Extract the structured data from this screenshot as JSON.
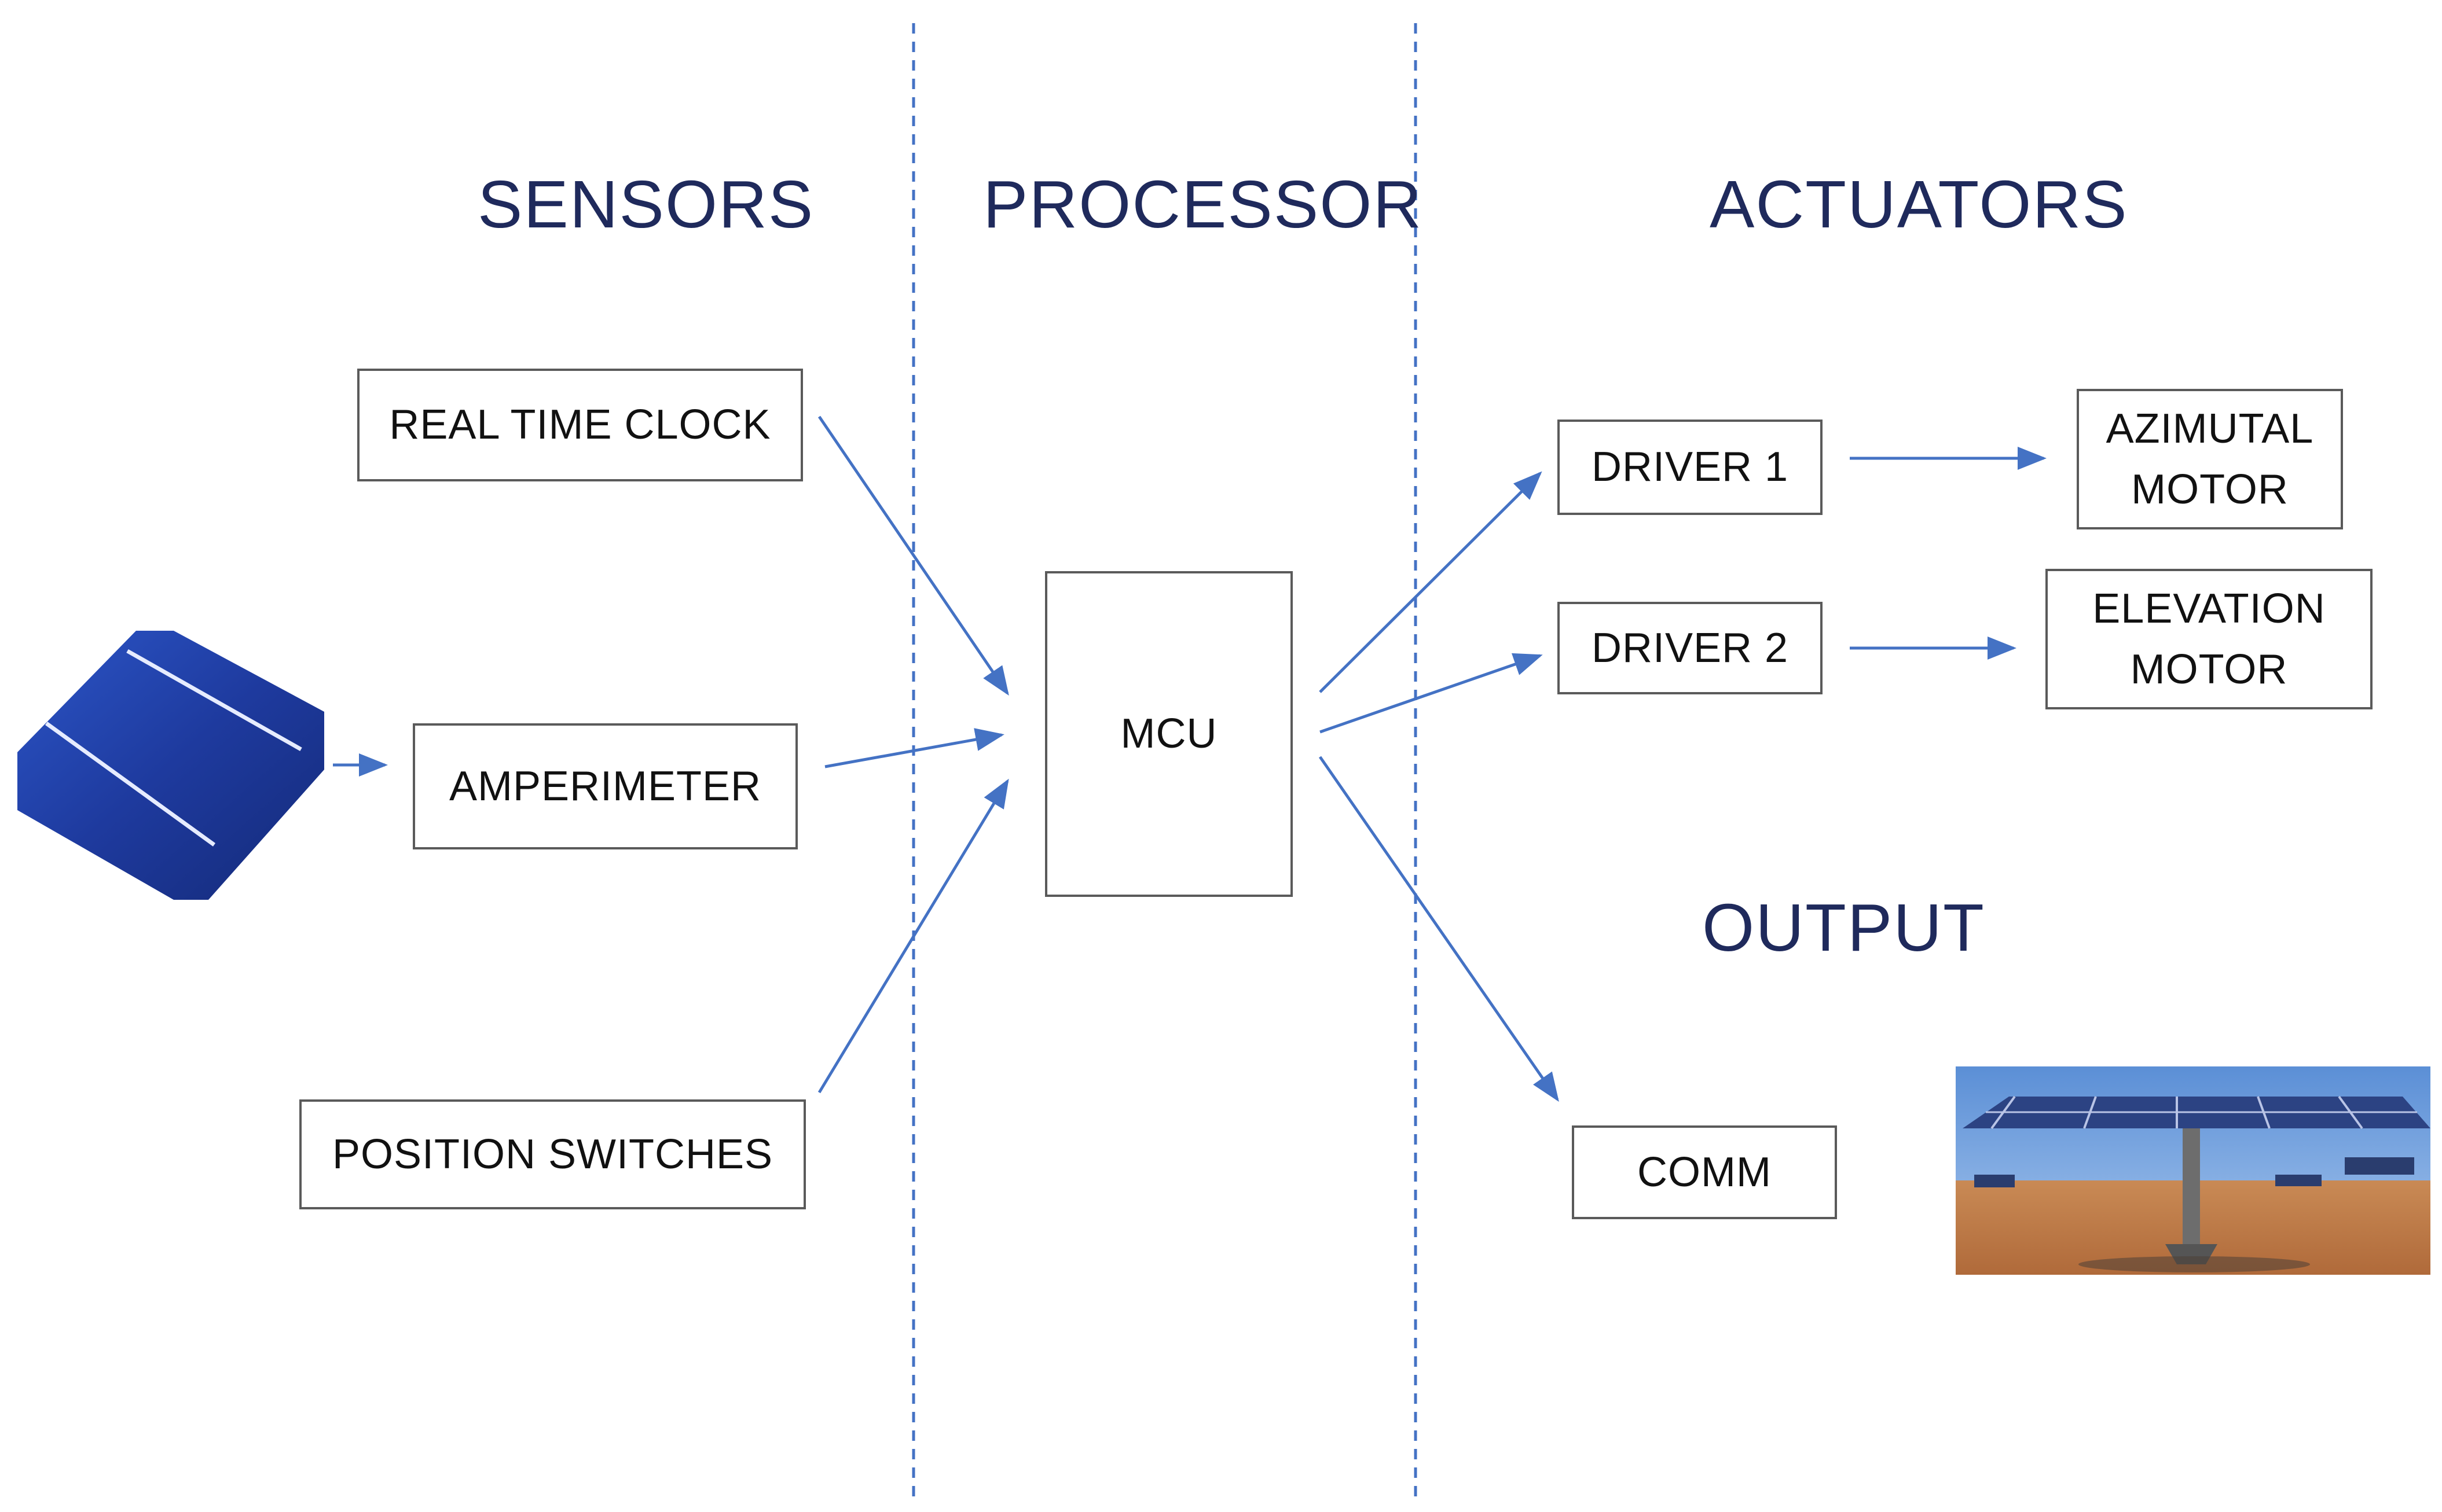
{
  "columns": {
    "sensors": "SENSORS",
    "processor": "PROCESSOR",
    "actuators": "ACTUATORS",
    "output": "OUTPUT"
  },
  "sensors": {
    "rtc": "REAL TIME CLOCK",
    "amperimeter": "AMPERIMETER",
    "position_switches": "POSITION SWITCHES"
  },
  "processor": {
    "mcu": "MCU"
  },
  "actuators": {
    "driver1": "DRIVER 1",
    "driver2": "DRIVER 2",
    "azimutal_motor": [
      "AZIMUTAL",
      "MOTOR"
    ],
    "elevation_motor": [
      "ELEVATION",
      "MOTOR"
    ]
  },
  "output": {
    "comm": "COMM"
  },
  "colors": {
    "heading": "#1f2a5c",
    "arrow": "#4472c4",
    "divider": "#4472c4",
    "box_border": "#5a5a5a",
    "solar_cell": "#1e3a9e"
  },
  "images": {
    "solar_cell": "solar-cell-photo",
    "tracker": "solar-tracker-photo"
  }
}
